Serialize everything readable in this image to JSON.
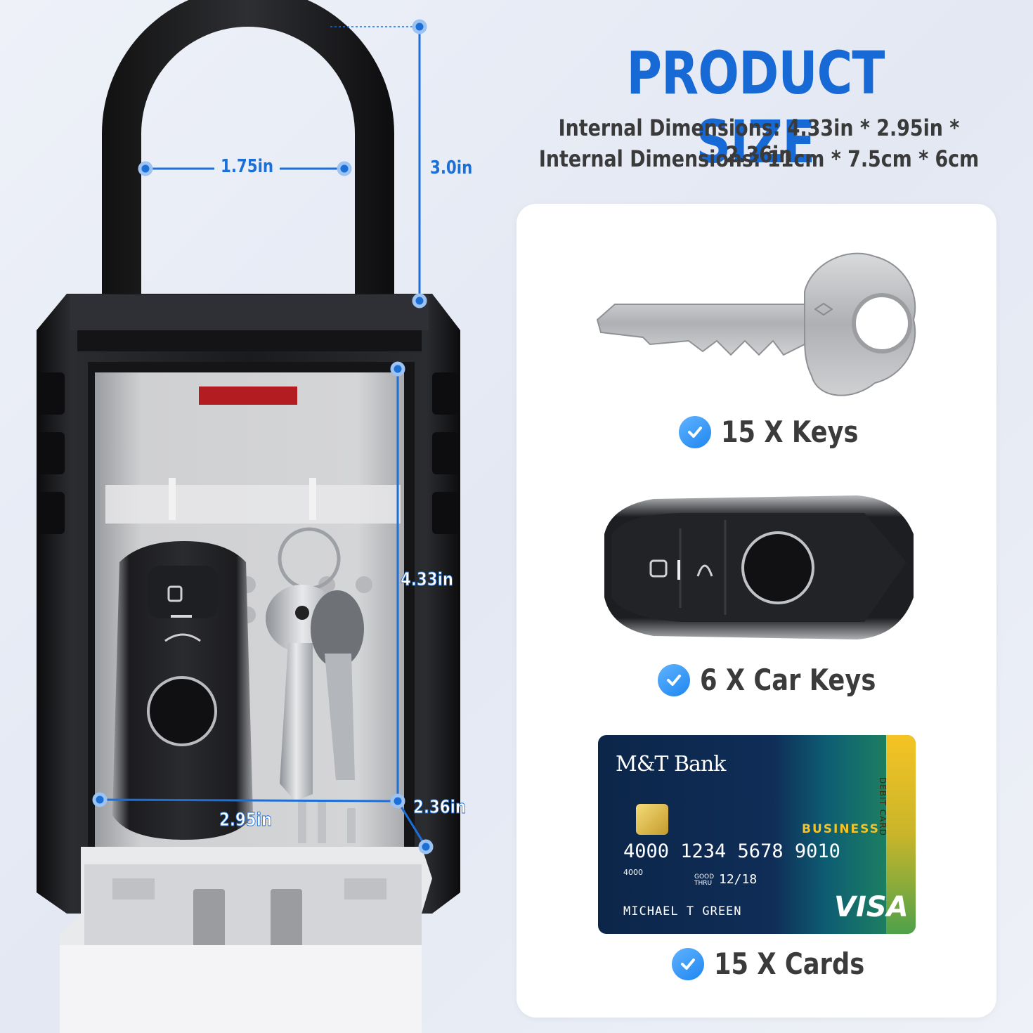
{
  "header": {
    "title": "PRODUCT SIZE",
    "dims_in": "Internal Dimensions: 4.33in * 2.95in * 2.36in",
    "dims_cm": "Internal Dimensions: 11cm * 7.5cm * 6cm"
  },
  "measurements": {
    "shackle_width": "1.75in",
    "shackle_height": "3.0in",
    "inner_height": "4.33in",
    "inner_width": "2.95in",
    "inner_depth": "2.36in"
  },
  "capacity": [
    {
      "label": "15 X Keys"
    },
    {
      "label": "6 X Car Keys"
    },
    {
      "label": "15 X Cards"
    }
  ],
  "card": {
    "bank": "M&T Bank",
    "type": "DEBIT CARD",
    "tier": "BUSINESS",
    "number": "4000  1234  5678  9010",
    "small_number": "4000",
    "good_thru_label_1": "GOOD",
    "good_thru_label_2": "THRU",
    "expiry": "12/18",
    "holder": "MICHAEL  T  GREEN",
    "network": "VISA"
  },
  "colors": {
    "accent": "#1d6fd8",
    "lockbox_body": "#1b1b1d",
    "interior": "#c9cacd",
    "panel": "#ffffff"
  }
}
